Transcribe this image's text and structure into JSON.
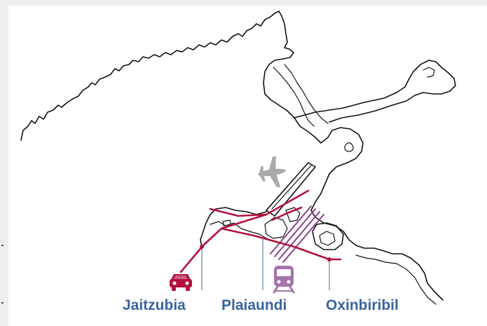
{
  "map": {
    "labels": {
      "jaitzubia": "Jaitzubia",
      "plaiaundi": "Plaiaundi",
      "oxinbiribil": "Oxinbiribil"
    },
    "icons": {
      "airport": "airplane-icon",
      "car": "car-icon",
      "train": "train-icon"
    },
    "colors": {
      "road": "#b3123e",
      "rail": "#8a3f8f",
      "label": "#3a64a1",
      "icon_gray": "#aaaaaa"
    }
  }
}
